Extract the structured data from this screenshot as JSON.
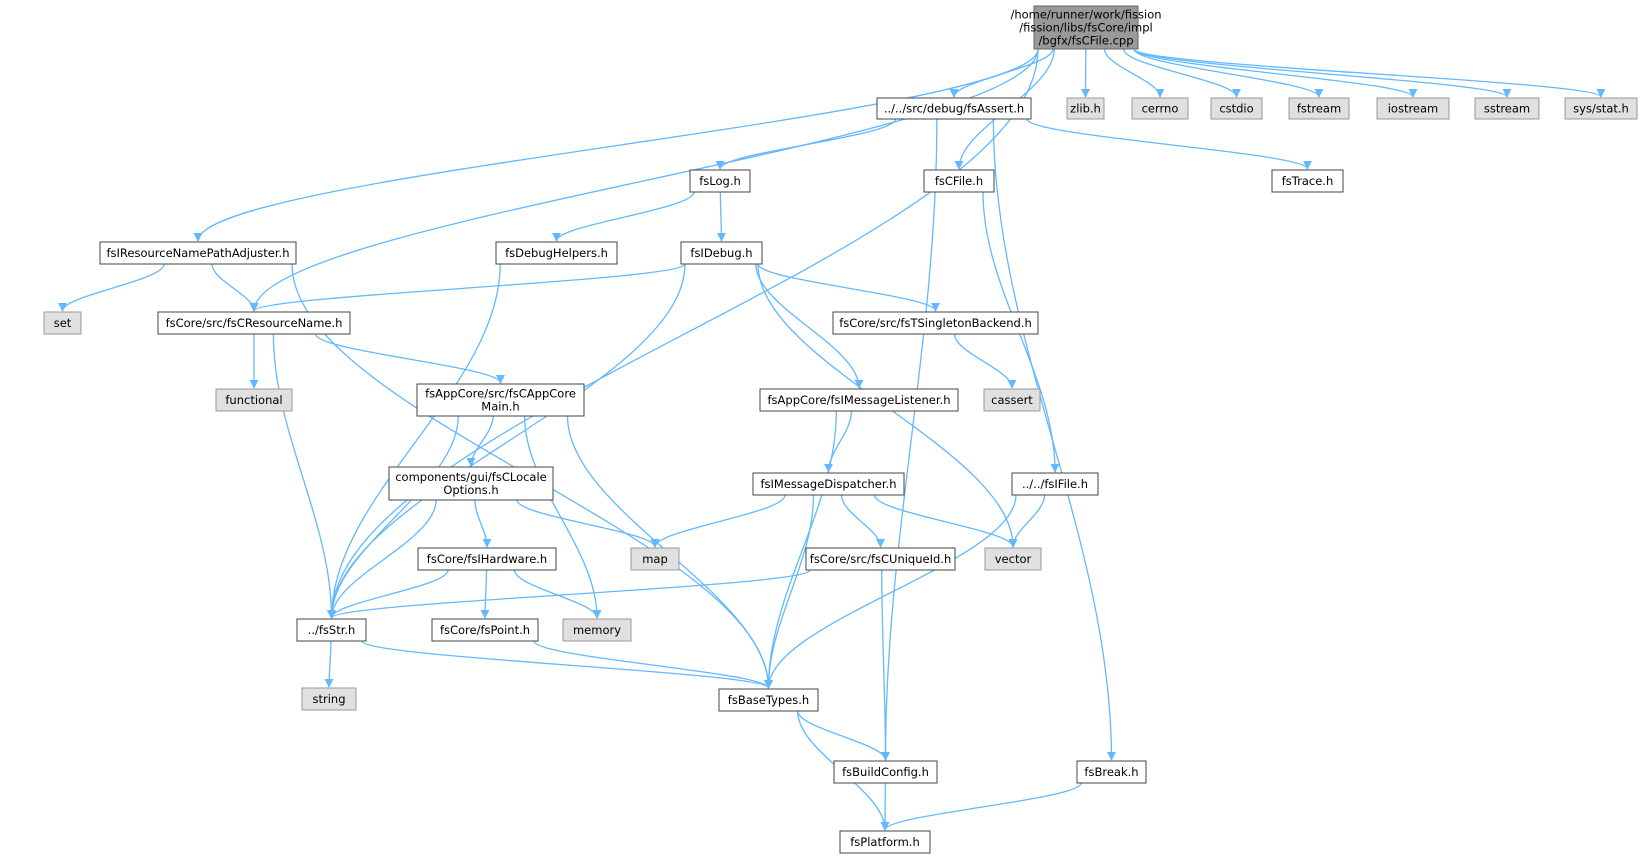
{
  "colors": {
    "edge": "#63b8ff",
    "root_fill": "#999999",
    "root_border": "#666666",
    "header_fill": "#ffffff",
    "header_border": "#444444",
    "system_fill": "#e0e0e0",
    "system_border": "#999999"
  },
  "nodes": [
    {
      "id": "root",
      "lines": [
        "/home/runner/work/fission",
        "/fission/libs/fsCore/impl",
        "/bgfx/fsCFile.cpp"
      ],
      "kind": "root"
    },
    {
      "id": "fsAssert",
      "lines": [
        "../../src/debug/fsAssert.h"
      ],
      "kind": "header"
    },
    {
      "id": "zlib",
      "lines": [
        "zlib.h"
      ],
      "kind": "system"
    },
    {
      "id": "cerrno",
      "lines": [
        "cerrno"
      ],
      "kind": "system"
    },
    {
      "id": "cstdio",
      "lines": [
        "cstdio"
      ],
      "kind": "system"
    },
    {
      "id": "fstream",
      "lines": [
        "fstream"
      ],
      "kind": "system"
    },
    {
      "id": "iostream",
      "lines": [
        "iostream"
      ],
      "kind": "system"
    },
    {
      "id": "sstream",
      "lines": [
        "sstream"
      ],
      "kind": "system"
    },
    {
      "id": "sysstat",
      "lines": [
        "sys/stat.h"
      ],
      "kind": "system"
    },
    {
      "id": "fsLog",
      "lines": [
        "fsLog.h"
      ],
      "kind": "header"
    },
    {
      "id": "fsCFile",
      "lines": [
        "fsCFile.h"
      ],
      "kind": "header"
    },
    {
      "id": "fsTrace",
      "lines": [
        "fsTrace.h"
      ],
      "kind": "header"
    },
    {
      "id": "fsIResourceNamePathAdjuster",
      "lines": [
        "fsIResourceNamePathAdjuster.h"
      ],
      "kind": "header"
    },
    {
      "id": "fsDebugHelpers",
      "lines": [
        "fsDebugHelpers.h"
      ],
      "kind": "header"
    },
    {
      "id": "fsIDebug",
      "lines": [
        "fsIDebug.h"
      ],
      "kind": "header"
    },
    {
      "id": "set",
      "lines": [
        "set"
      ],
      "kind": "system"
    },
    {
      "id": "fsCResourceName",
      "lines": [
        "fsCore/src/fsCResourceName.h"
      ],
      "kind": "header"
    },
    {
      "id": "fsTSingletonBackend",
      "lines": [
        "fsCore/src/fsTSingletonBackend.h"
      ],
      "kind": "header"
    },
    {
      "id": "functional",
      "lines": [
        "functional"
      ],
      "kind": "system"
    },
    {
      "id": "fsCAppCoreMain",
      "lines": [
        "fsAppCore/src/fsCAppCore",
        "Main.h"
      ],
      "kind": "header"
    },
    {
      "id": "fsIMessageListener",
      "lines": [
        "fsAppCore/fsIMessageListener.h"
      ],
      "kind": "header"
    },
    {
      "id": "cassert",
      "lines": [
        "cassert"
      ],
      "kind": "system"
    },
    {
      "id": "fsCLocaleOptions",
      "lines": [
        "components/gui/fsCLocale",
        "Options.h"
      ],
      "kind": "header"
    },
    {
      "id": "fsIMessageDispatcher",
      "lines": [
        "fsIMessageDispatcher.h"
      ],
      "kind": "header"
    },
    {
      "id": "fsIFile",
      "lines": [
        "../../fsIFile.h"
      ],
      "kind": "header"
    },
    {
      "id": "map",
      "lines": [
        "map"
      ],
      "kind": "system"
    },
    {
      "id": "vector",
      "lines": [
        "vector"
      ],
      "kind": "system"
    },
    {
      "id": "fsIHardware",
      "lines": [
        "fsCore/fsIHardware.h"
      ],
      "kind": "header"
    },
    {
      "id": "fsCUniqueId",
      "lines": [
        "fsCore/src/fsCUniqueId.h"
      ],
      "kind": "header"
    },
    {
      "id": "fsStr",
      "lines": [
        "../fsStr.h"
      ],
      "kind": "header"
    },
    {
      "id": "fsPoint",
      "lines": [
        "fsCore/fsPoint.h"
      ],
      "kind": "header"
    },
    {
      "id": "memory",
      "lines": [
        "memory"
      ],
      "kind": "system"
    },
    {
      "id": "string",
      "lines": [
        "string"
      ],
      "kind": "system"
    },
    {
      "id": "fsBaseTypes",
      "lines": [
        "fsBaseTypes.h"
      ],
      "kind": "header"
    },
    {
      "id": "fsBuildConfig",
      "lines": [
        "fsBuildConfig.h"
      ],
      "kind": "header"
    },
    {
      "id": "fsBreak",
      "lines": [
        "fsBreak.h"
      ],
      "kind": "header"
    },
    {
      "id": "fsPlatform",
      "lines": [
        "fsPlatform.h"
      ],
      "kind": "header"
    }
  ],
  "edges": [
    [
      "root",
      "fsAssert"
    ],
    [
      "root",
      "zlib"
    ],
    [
      "root",
      "cerrno"
    ],
    [
      "root",
      "cstdio"
    ],
    [
      "root",
      "fstream"
    ],
    [
      "root",
      "iostream"
    ],
    [
      "root",
      "sstream"
    ],
    [
      "root",
      "sysstat"
    ],
    [
      "root",
      "fsCFile"
    ],
    [
      "root",
      "fsIResourceNamePathAdjuster"
    ],
    [
      "root",
      "fsCResourceName"
    ],
    [
      "root",
      "fsStr"
    ],
    [
      "fsAssert",
      "fsLog"
    ],
    [
      "fsAssert",
      "fsTrace"
    ],
    [
      "fsAssert",
      "fsBuildConfig"
    ],
    [
      "fsAssert",
      "fsBreak"
    ],
    [
      "fsLog",
      "fsDebugHelpers"
    ],
    [
      "fsLog",
      "fsIDebug"
    ],
    [
      "fsCFile",
      "fsIFile"
    ],
    [
      "fsIResourceNamePathAdjuster",
      "set"
    ],
    [
      "fsIResourceNamePathAdjuster",
      "fsCResourceName"
    ],
    [
      "fsIResourceNamePathAdjuster",
      "fsBaseTypes"
    ],
    [
      "fsDebugHelpers",
      "fsStr"
    ],
    [
      "fsIDebug",
      "fsCResourceName"
    ],
    [
      "fsIDebug",
      "fsTSingletonBackend"
    ],
    [
      "fsIDebug",
      "fsIMessageListener"
    ],
    [
      "fsIDebug",
      "vector"
    ],
    [
      "fsIDebug",
      "fsStr"
    ],
    [
      "fsCResourceName",
      "functional"
    ],
    [
      "fsCResourceName",
      "fsCAppCoreMain"
    ],
    [
      "fsCResourceName",
      "fsStr"
    ],
    [
      "fsTSingletonBackend",
      "cassert"
    ],
    [
      "fsCAppCoreMain",
      "fsCLocaleOptions"
    ],
    [
      "fsCAppCoreMain",
      "memory"
    ],
    [
      "fsCAppCoreMain",
      "fsBaseTypes"
    ],
    [
      "fsCAppCoreMain",
      "fsStr"
    ],
    [
      "fsIMessageListener",
      "fsIMessageDispatcher"
    ],
    [
      "fsIMessageListener",
      "fsBaseTypes"
    ],
    [
      "fsCLocaleOptions",
      "map"
    ],
    [
      "fsCLocaleOptions",
      "fsIHardware"
    ],
    [
      "fsCLocaleOptions",
      "fsStr"
    ],
    [
      "fsIMessageDispatcher",
      "map"
    ],
    [
      "fsIMessageDispatcher",
      "vector"
    ],
    [
      "fsIMessageDispatcher",
      "fsCUniqueId"
    ],
    [
      "fsIMessageDispatcher",
      "fsBaseTypes"
    ],
    [
      "fsIFile",
      "vector"
    ],
    [
      "fsIFile",
      "fsBaseTypes"
    ],
    [
      "fsIHardware",
      "fsStr"
    ],
    [
      "fsIHardware",
      "fsPoint"
    ],
    [
      "fsIHardware",
      "memory"
    ],
    [
      "fsCUniqueId",
      "fsStr"
    ],
    [
      "fsCUniqueId",
      "fsBuildConfig"
    ],
    [
      "fsStr",
      "string"
    ],
    [
      "fsStr",
      "fsBaseTypes"
    ],
    [
      "fsPoint",
      "fsBaseTypes"
    ],
    [
      "fsBaseTypes",
      "fsBuildConfig"
    ],
    [
      "fsBaseTypes",
      "fsPlatform"
    ],
    [
      "fsBuildConfig",
      "fsPlatform"
    ],
    [
      "fsBreak",
      "fsPlatform"
    ]
  ]
}
